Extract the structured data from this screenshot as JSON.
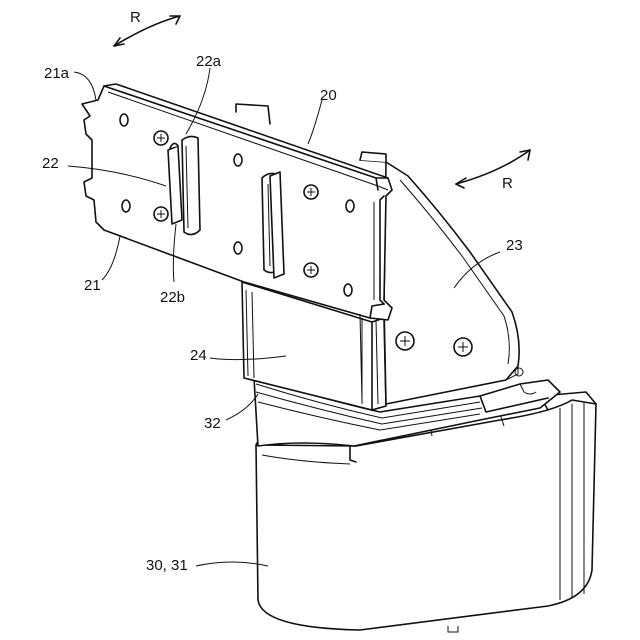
{
  "labels": {
    "r_top": "R",
    "r_right": "R",
    "l21a": "21a",
    "l22a": "22a",
    "l20": "20",
    "l22": "22",
    "l23": "23",
    "l21": "21",
    "l22b": "22b",
    "l24": "24",
    "l32": "32",
    "l3031": "30, 31"
  }
}
